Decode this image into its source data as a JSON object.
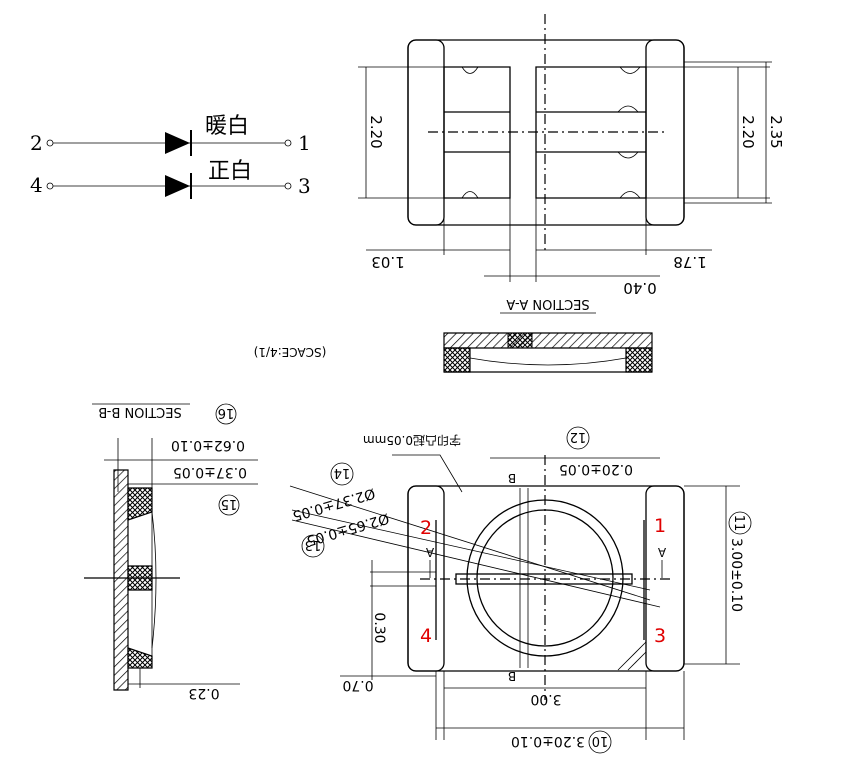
{
  "schematic": {
    "row1": {
      "left_pin": "2",
      "right_pin": "1",
      "label": "暖白"
    },
    "row2": {
      "left_pin": "4",
      "right_pin": "3",
      "label": "正白"
    }
  },
  "top_view": {
    "dim_left_height": "2.20",
    "dim_right_inner_height": "2.20",
    "dim_right_outer_height": "2.35",
    "dim_bottom_left": "1.03",
    "dim_bottom_right": "1.78",
    "dim_center_gap": "0.40"
  },
  "section_aa": {
    "title": "SECTION A-A",
    "scale": "(SCACE:4/1)"
  },
  "section_bb": {
    "title": "SECTION B-B",
    "callout": "16",
    "dim_outer": "0.62±0.10",
    "dim_inner": "0.37±0.05",
    "dim_bottom": "0.23",
    "callout_15": "15"
  },
  "bottom_view": {
    "polarity_note": "字印凸起0.05mm",
    "callout_12": "12",
    "dim_top_slot": "0.20±0.05",
    "callout_14": "14",
    "dim_dia_inner": "Ø2.37±0.05",
    "dim_dia_outer": "Ø2.65±0.05",
    "callout_13": "13",
    "callout_11": "11",
    "dim_height": "3.00±0.10",
    "dim_left_small": "0.30",
    "dim_bottom_left": "0.70",
    "dim_inner_width": "3.00",
    "callout_10": "10",
    "dim_total_width": "3.20±0.10",
    "section_marker_a": "A",
    "section_marker_b": "B",
    "pads": {
      "top_left": "2",
      "top_right": "1",
      "bottom_left": "4",
      "bottom_right": "3"
    }
  }
}
